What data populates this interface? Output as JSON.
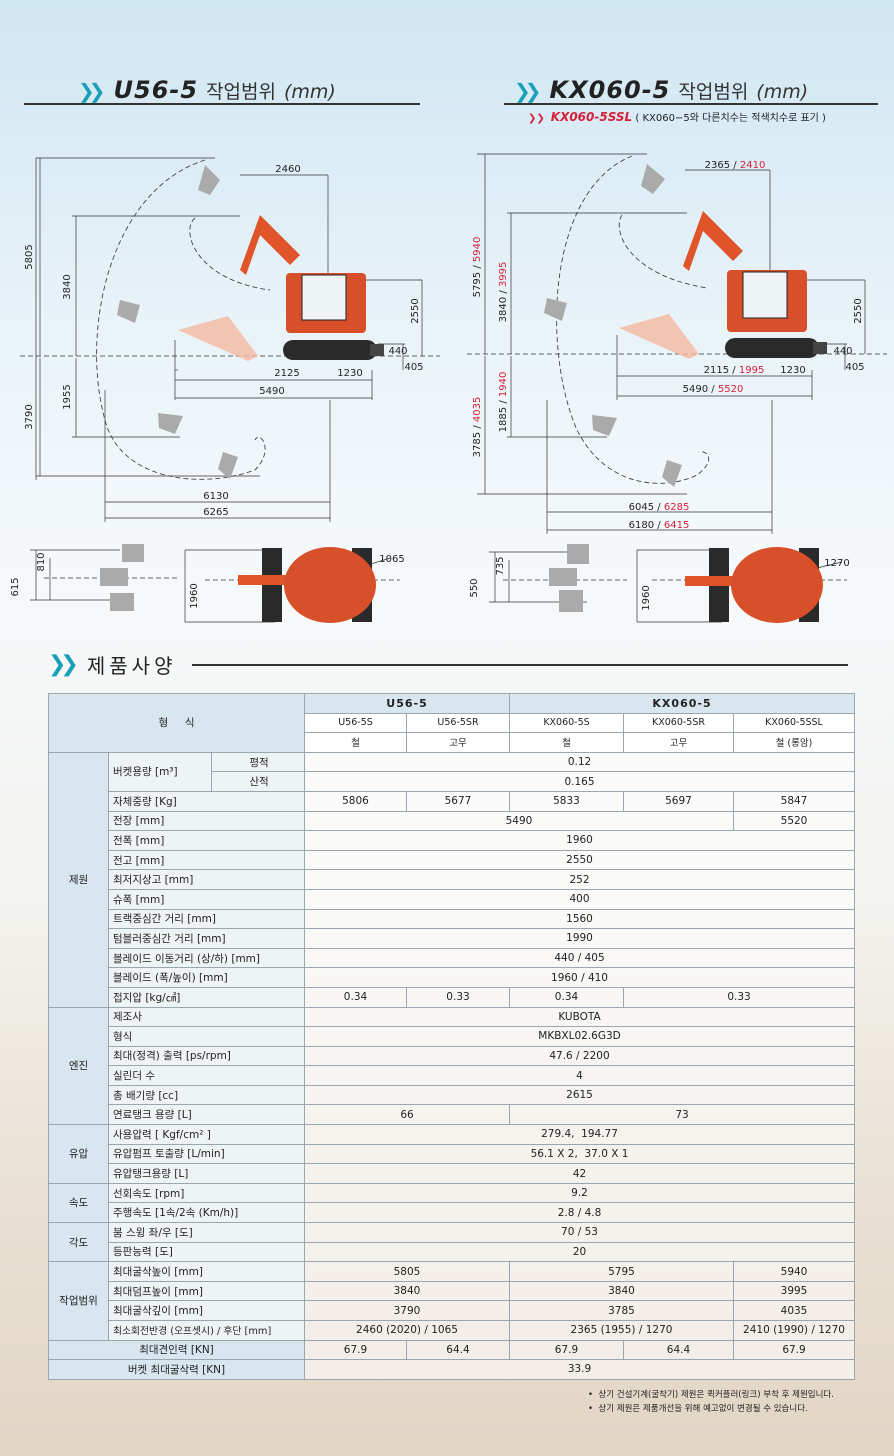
{
  "left_header": {
    "model": "U56-5",
    "label": "작업범위",
    "unit": "(mm)"
  },
  "right_header": {
    "model": "KX060-5",
    "label": "작업범위",
    "unit": "(mm)"
  },
  "right_note": {
    "model": "KX060-5SSL",
    "text": "( KX060−5와 다른치수는 적색치수로 표기 )"
  },
  "left_dims": {
    "top_reach": "2460",
    "total_height": "5805",
    "dump_height": "3840",
    "dig_depth": "1955",
    "max_depth": "3790",
    "cab_height": "2550",
    "blade_up": "440",
    "blade_down": "405",
    "swing_front": "2125",
    "swing_rear": "1230",
    "length": "5490",
    "reach_ground": "6130",
    "max_reach": "6265",
    "plan_a": "615",
    "plan_b": "810",
    "plan_width": "1960",
    "plan_radius": "1065"
  },
  "right_dims": {
    "top_reach": "2365 / ",
    "top_reach_red": "2410",
    "total_height": "5795 / ",
    "total_height_red": "5940",
    "dump_height": "3840 / ",
    "dump_height_red": "3995",
    "dig_depth": "1885 / ",
    "dig_depth_red": "1940",
    "max_depth": "3785 / ",
    "max_depth_red": "4035",
    "cab_height": "2550",
    "blade_up": "440",
    "blade_down": "405",
    "swing_front": "2115 / ",
    "swing_front_red": "1995",
    "swing_rear": "1230",
    "length": "5490 / ",
    "length_red": "5520",
    "reach_ground": "6045 / ",
    "reach_ground_red": "6285",
    "max_reach": "6180 / ",
    "max_reach_red": "6415",
    "plan_a": "550",
    "plan_b": "735",
    "plan_width": "1960",
    "plan_radius": "1270"
  },
  "spec_title": "제품사양",
  "table": {
    "h_type": "형     식",
    "m1": "U56-5",
    "m2": "KX060-5",
    "sub": [
      "U56-5S",
      "U56-5SR",
      "KX060-5S",
      "KX060-5SR",
      "KX060-5SSL"
    ],
    "track": [
      "철",
      "고무",
      "철",
      "고무",
      "철 (롱암)"
    ],
    "cat_spec": "제원",
    "cat_engine": "엔진",
    "cat_hyd": "유압",
    "cat_speed": "속도",
    "cat_angle": "각도",
    "cat_work": "작업범위",
    "bucket": "버켓용량 [m³]",
    "flat": "평적",
    "heap": "산적",
    "flat_v": "0.12",
    "heap_v": "0.165",
    "weight": "자체중량 [Kg]",
    "weight_v": [
      "5806",
      "5677",
      "5833",
      "5697",
      "5847"
    ],
    "length": "전장 [mm]",
    "length_v": [
      "5490",
      "5520"
    ],
    "width": "전폭 [mm]",
    "width_v": "1960",
    "height": "전고 [mm]",
    "height_v": "2550",
    "ground": "최저지상고 [mm]",
    "ground_v": "252",
    "shoe": "슈폭 [mm]",
    "shoe_v": "400",
    "track_c": "트랙중심간 거리 [mm]",
    "track_c_v": "1560",
    "tumbler": "텀블러중심간 거리 [mm]",
    "tumbler_v": "1990",
    "blade_move": "블레이드 이동거리 (상/하) [mm]",
    "blade_move_v": "440 / 405",
    "blade_size": "블레이드 (폭/높이) [mm]",
    "blade_size_v": "1960 / 410",
    "pressure": "접지압 [kg/㎠]",
    "pressure_v": [
      "0.34",
      "0.33",
      "0.34",
      "0.33"
    ],
    "maker": "제조사",
    "maker_v": "KUBOTA",
    "type": "형식",
    "type_v": "MKBXL02.6G3D",
    "power": "최대(정격) 출력 [ps/rpm]",
    "power_v": "47.6 / 2200",
    "cyl": "실린더 수",
    "cyl_v": "4",
    "disp": "총 배기량 [cc]",
    "disp_v": "2615",
    "fuel": "연료탱크 용량 [L]",
    "fuel_v": [
      "66",
      "73"
    ],
    "hyd_p": "사용압력 [ Kgf/cm² ]",
    "hyd_p_v": "279.4,  194.77",
    "hyd_q": "유압펌프 토출량 [L/min]",
    "hyd_q_v": "56.1 X 2,  37.0 X 1",
    "hyd_t": "유압탱크용량 [L]",
    "hyd_t_v": "42",
    "swing": "선회속도 [rpm]",
    "swing_v": "9.2",
    "travel": "주행속도 [1속/2속 (Km/h)]",
    "travel_v": "2.8 / 4.8",
    "boom": "붐 스윙 좌/우 [도]",
    "boom_v": "70 / 53",
    "climb": "등판능력 [도]",
    "climb_v": "20",
    "dig_h": "최대굴삭높이 [mm]",
    "dig_h_v": [
      "5805",
      "5795",
      "5940"
    ],
    "dump_h": "최대덤프높이 [mm]",
    "dump_h_v": [
      "3840",
      "3840",
      "3995"
    ],
    "dig_d": "최대굴삭깊이 [mm]",
    "dig_d_v": [
      "3790",
      "3785",
      "4035"
    ],
    "radius": "최소회전반경 (오프셋시) / 후단 [mm]",
    "radius_small": "(오프셋시)",
    "radius_v": [
      "2460 (2020) / 1065",
      "2365 (1955) / 1270",
      "2410 (1990) / 1270"
    ],
    "pull": "최대견인력 [KN]",
    "pull_v": [
      "67.9",
      "64.4",
      "67.9",
      "64.4",
      "67.9"
    ],
    "bucket_f": "버켓 최대굴삭력 [KN]",
    "bucket_f_v": "33.9"
  },
  "footnotes": [
    "상기 건설기계(굴착기) 제원은 퀵커플러(링크) 부착 후 제원입니다.",
    "상기 제원은 제품개선을 위해 예고없이 변경될 수 있습니다."
  ],
  "colors": {
    "accent": "#1aa0b8",
    "red": "#d6203a",
    "machine": "#e0542a"
  }
}
